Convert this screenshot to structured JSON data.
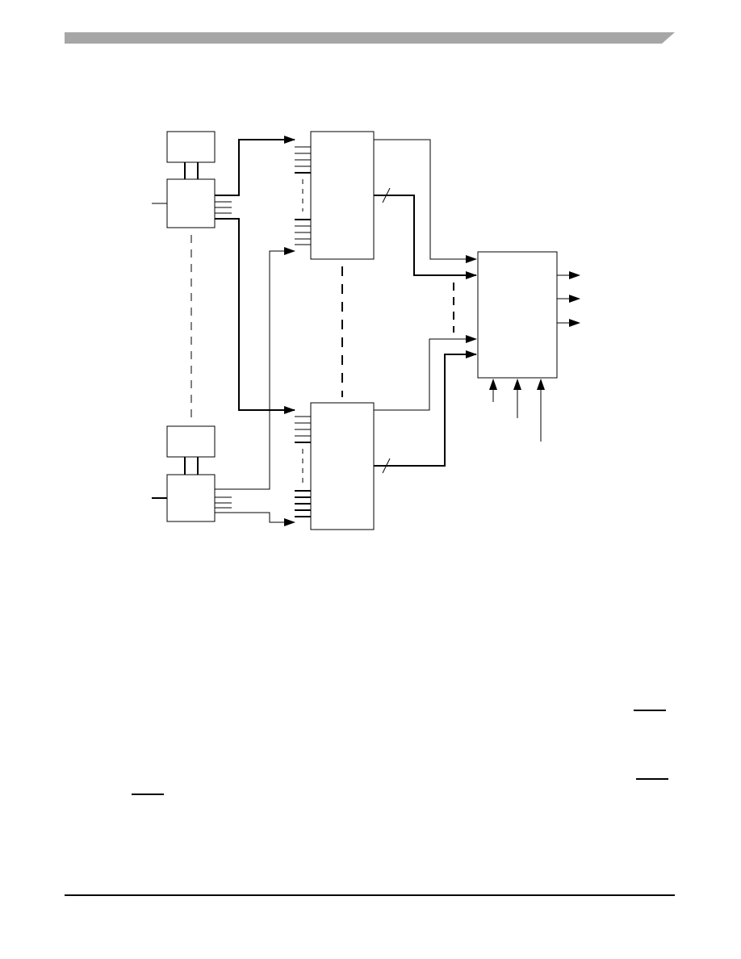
{
  "header": {
    "bar_color": "#a6a6a6"
  },
  "diagram": {
    "line_color": "#000000",
    "upper_unit": {
      "small_boxes": 2
    },
    "lower_unit": {
      "small_boxes": 2
    },
    "output_arrows": 3,
    "bottom_inputs": 3
  }
}
